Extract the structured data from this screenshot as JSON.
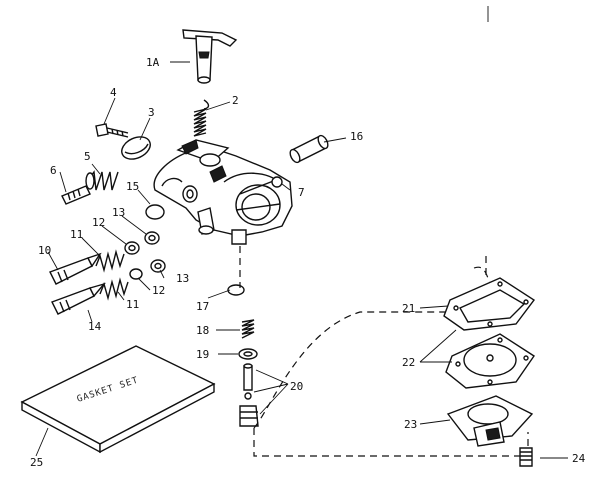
{
  "diagram": {
    "callouts": [
      "1A",
      "2",
      "3",
      "4",
      "5",
      "6",
      "7",
      "10",
      "11",
      "11",
      "12",
      "12",
      "13",
      "13",
      "14",
      "15",
      "16",
      "17",
      "18",
      "19",
      "20",
      "21",
      "22",
      "23",
      "24",
      "25"
    ],
    "gasket_set_label": "GASKET SET"
  }
}
